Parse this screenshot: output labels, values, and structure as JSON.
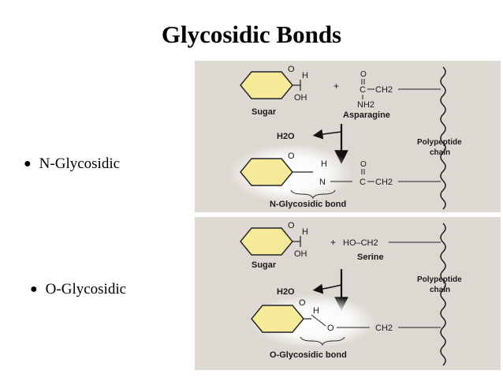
{
  "slide": {
    "title": "Glycosidic Bonds"
  },
  "bullets": [
    {
      "label": "N-Glycosidic"
    },
    {
      "label": "O-Glycosidic"
    }
  ],
  "diagram": {
    "colors": {
      "panel": "#ddd9d2",
      "sugar_ring": "#f5e99a",
      "text": "#1a1a1a"
    },
    "n_panel": {
      "sugar_label": "Sugar",
      "amino_label": "Asparagine",
      "plus": "+",
      "water": "H2O",
      "chain_label_line1": "Polypeptide",
      "chain_label_line2": "chain",
      "bond_label": "N-Glycosidic bond",
      "atoms": {
        "o": "O",
        "h": "H",
        "oh": "OH",
        "c": "C",
        "ch2": "CH2",
        "nh2": "NH2",
        "n": "N",
        "carbonyl_o": "O"
      }
    },
    "o_panel": {
      "sugar_label": "Sugar",
      "amino_label": "Serine",
      "plus": "+",
      "water": "H2O",
      "chain_label_line1": "Polypeptide",
      "chain_label_line2": "chain",
      "bond_label": "O-Glycosidic bond",
      "reactant": "HO–CH2",
      "atoms": {
        "o": "O",
        "h": "H",
        "oh": "OH",
        "link_o": "O",
        "ch2": "CH2"
      }
    }
  }
}
